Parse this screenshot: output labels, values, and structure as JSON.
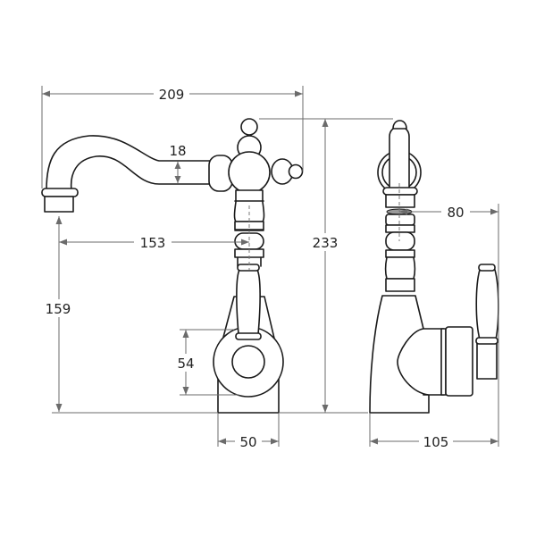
{
  "drawing": {
    "title": "Tap dimension drawing",
    "units": "mm",
    "colors": {
      "outline": "#1a1a1a",
      "dimension": "#6b6b6b",
      "text": "#222222",
      "background": "#ffffff"
    },
    "front_view": {
      "dimensions": {
        "overall_width": "209",
        "spout_diameter": "18",
        "spout_reach": "153",
        "spout_height": "159",
        "flange_height": "54",
        "base_width": "50"
      }
    },
    "side_view": {
      "dimensions": {
        "overall_height": "233",
        "handle_offset": "80",
        "overall_depth": "105"
      }
    }
  }
}
